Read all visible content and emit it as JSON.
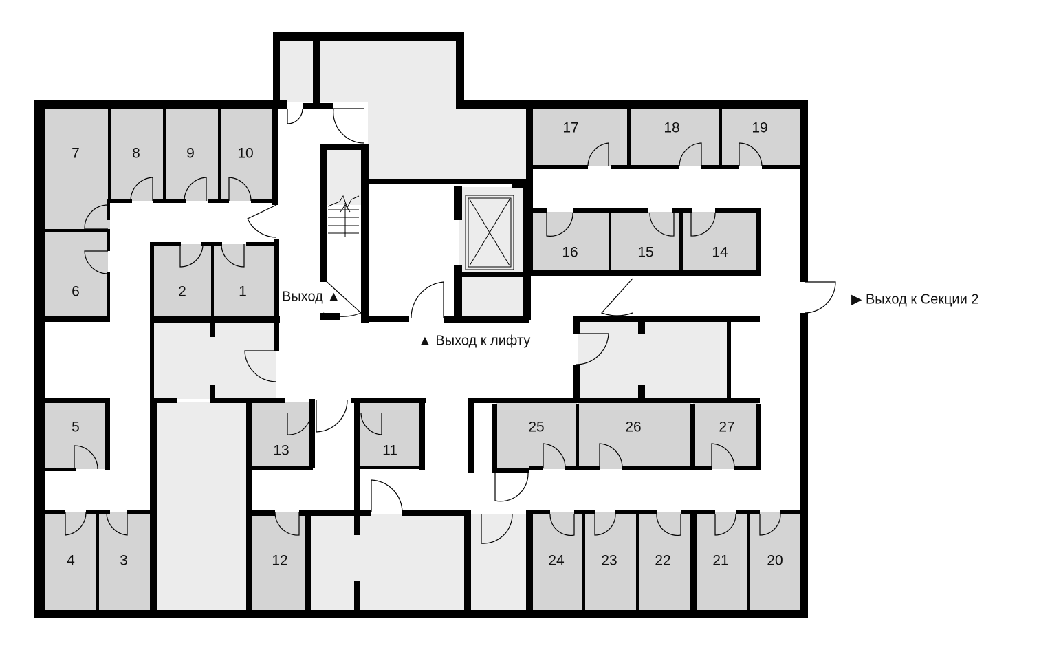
{
  "plan": {
    "rooms": [
      {
        "number": "1"
      },
      {
        "number": "2"
      },
      {
        "number": "3"
      },
      {
        "number": "4"
      },
      {
        "number": "5"
      },
      {
        "number": "6"
      },
      {
        "number": "7"
      },
      {
        "number": "8"
      },
      {
        "number": "9"
      },
      {
        "number": "10"
      },
      {
        "number": "11"
      },
      {
        "number": "12"
      },
      {
        "number": "13"
      },
      {
        "number": "14"
      },
      {
        "number": "15"
      },
      {
        "number": "16"
      },
      {
        "number": "17"
      },
      {
        "number": "18"
      },
      {
        "number": "19"
      },
      {
        "number": "20"
      },
      {
        "number": "21"
      },
      {
        "number": "22"
      },
      {
        "number": "23"
      },
      {
        "number": "24"
      },
      {
        "number": "25"
      },
      {
        "number": "26"
      },
      {
        "number": "27"
      }
    ],
    "exits": {
      "stairs": "Выход ▲",
      "lift": "▲ Выход к лифту",
      "section2": "▶  Выход к Секции 2"
    },
    "colors": {
      "wall": "#000000",
      "storage": "#d4d4d4",
      "service": "#ececec",
      "corridor": "#ffffff"
    }
  }
}
